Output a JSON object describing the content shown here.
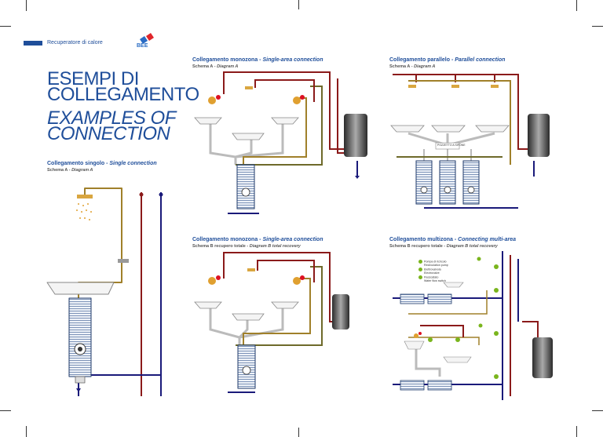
{
  "header": {
    "section_label": "Recuperatore di calore",
    "logo_text": "BEE"
  },
  "title": {
    "it_line1": "ESEMPI DI",
    "it_line2": "COLLEGAMENTO",
    "en_line1": "EXAMPLES OF",
    "en_line2": "CONNECTION"
  },
  "panels": {
    "single": {
      "title_it": "Collegamento singolo",
      "title_en": "Single connection",
      "sub_it": "Schema A",
      "sub_en": "Diagram A"
    },
    "mono_a": {
      "title_it": "Collegamento monozona",
      "title_en": "Single-area connection",
      "sub_it": "Schema A",
      "sub_en": "Diagram A"
    },
    "parallel": {
      "title_it": "Collegamento parallelo",
      "title_en": "Parallel connection",
      "sub_it": "Schema A",
      "sub_en": "Diagram A",
      "box_label": "POZZETTO A SIFONE"
    },
    "mono_b": {
      "title_it": "Collegamento monozona",
      "title_en": "Single-area connection",
      "sub_it": "Schema B recupero totale",
      "sub_en": "Diagram B total recovery"
    },
    "multi": {
      "title_it": "Collegamento multizona",
      "title_en": "Connecting multi-area",
      "sub_it": "Schema B recupero totale",
      "sub_en": "Diagram B total recovery",
      "legend": [
        {
          "num": "1",
          "it": "Pompa di ricircolo",
          "en": "Recirculation pump"
        },
        {
          "num": "2",
          "it": "Elettrovalvola",
          "en": "Electrovalve"
        },
        {
          "num": "3",
          "it": "Flussostato",
          "en": "Water flow switch"
        }
      ]
    }
  },
  "colors": {
    "brand_blue": "#1f4e9a",
    "hot": "#8b1a1a",
    "cold": "#1a1a7a",
    "preheated": "#a0802a",
    "drain": "#bbbbbb"
  }
}
